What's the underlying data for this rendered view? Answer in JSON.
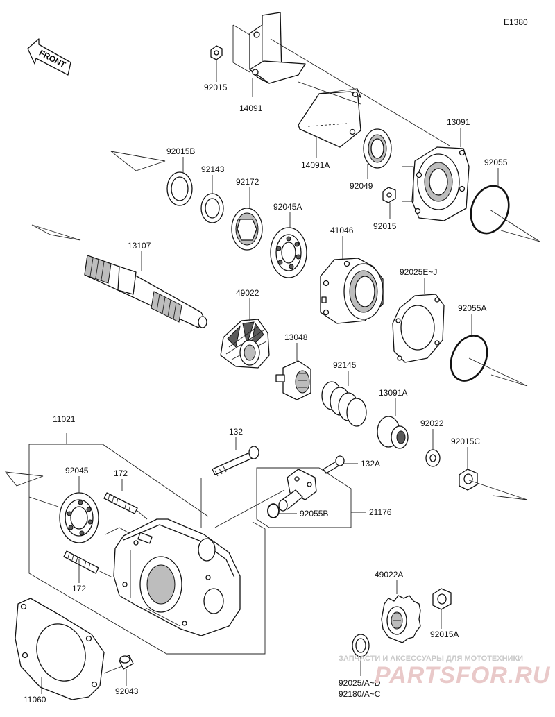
{
  "diagram_code": "E1380",
  "front_label": "FRONT",
  "labels": {
    "p92015": "92015",
    "p14091": "14091",
    "p14091A": "14091A",
    "p13091": "13091",
    "p92015B": "92015B",
    "p92143": "92143",
    "p92172": "92172",
    "p92045A": "92045A",
    "p92049": "92049",
    "p92015_2": "92015",
    "p92055": "92055",
    "p13107": "13107",
    "p41046": "41046",
    "p49022": "49022",
    "p92025EJ": "92025E~J",
    "p13048": "13048",
    "p92055A": "92055A",
    "p92145": "92145",
    "p13091A": "13091A",
    "p11021": "11021",
    "p132": "132",
    "p92022": "92022",
    "p92015C": "92015C",
    "p92045": "92045",
    "p172a": "172",
    "p132A": "132A",
    "p92055B": "92055B",
    "p21176": "21176",
    "p172b": "172",
    "p49022A": "49022A",
    "p92015A": "92015A",
    "p11060": "11060",
    "p92043": "92043",
    "p92025AD": "92025/A~D",
    "p92180AC": "92180/A~C"
  },
  "watermark": {
    "top": "ЗАПЧАСТИ И АКСЕССУАРЫ ДЛЯ МОТОТЕХНИКИ",
    "logo": "PARTSFOR.RU"
  }
}
